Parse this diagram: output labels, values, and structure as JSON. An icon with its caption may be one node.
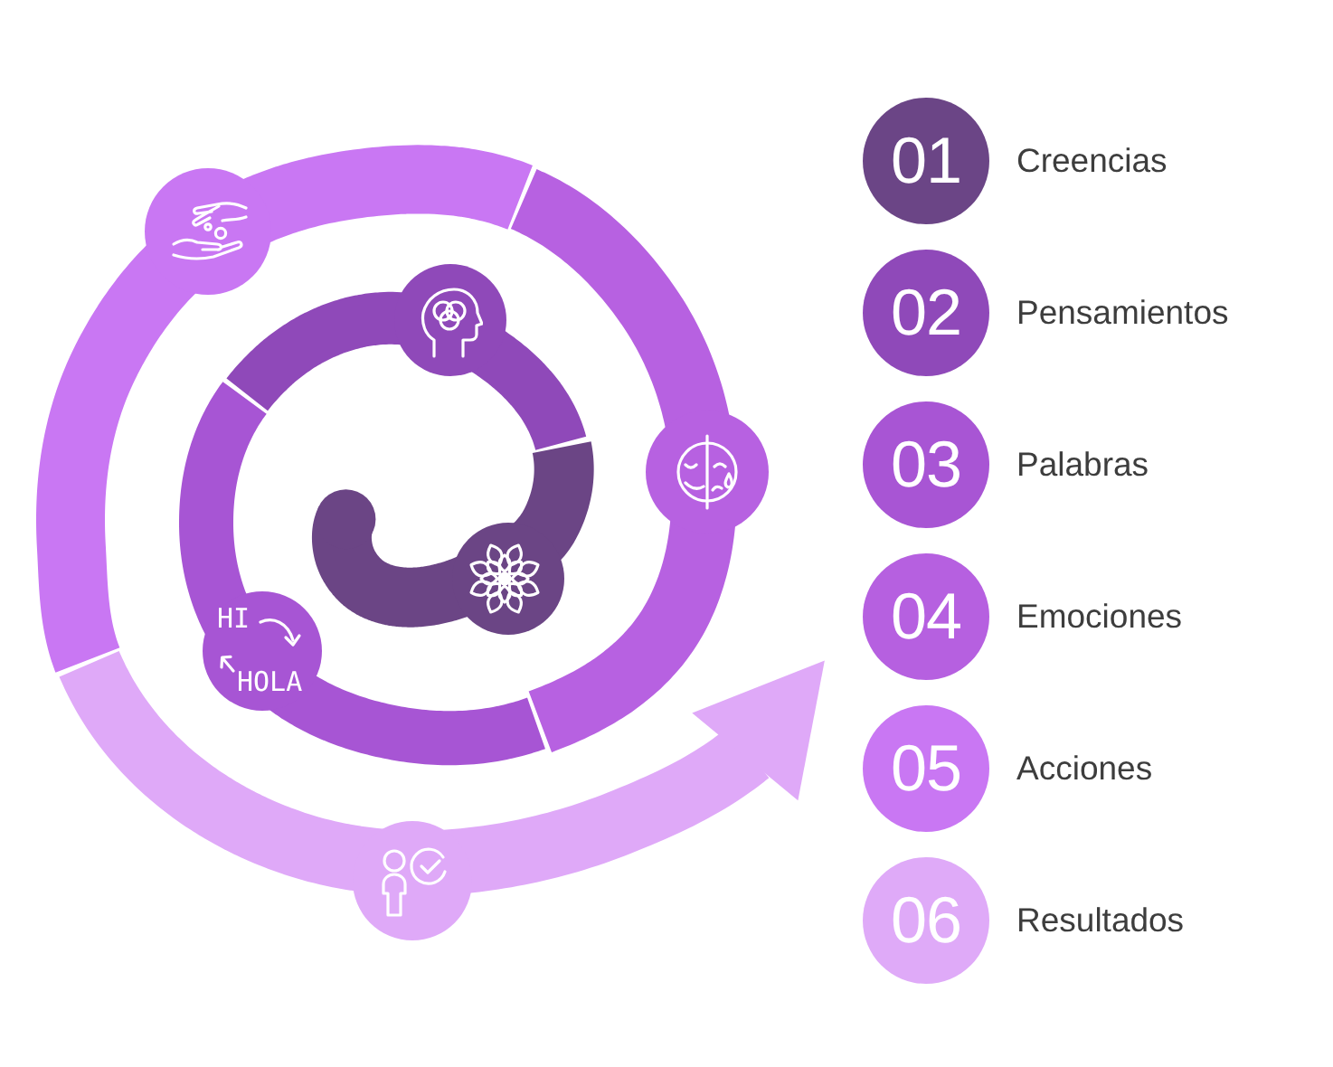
{
  "diagram": {
    "nodes": [
      {
        "text": [
          "01"
        ],
        "beside": [
          "Creencias"
        ]
      },
      {
        "text": [
          "02"
        ],
        "beside": [
          "Pensamientos"
        ]
      },
      {
        "text": [
          "03"
        ],
        "beside": [
          "Palabras"
        ]
      },
      {
        "text": [
          "04"
        ],
        "beside": [
          "Emociones"
        ]
      },
      {
        "text": [
          "05"
        ],
        "beside": [
          "Acciones"
        ]
      },
      {
        "text": [
          "06"
        ],
        "beside": [
          "Resultados"
        ]
      }
    ],
    "labels": [
      "HI",
      "HOLA"
    ]
  }
}
